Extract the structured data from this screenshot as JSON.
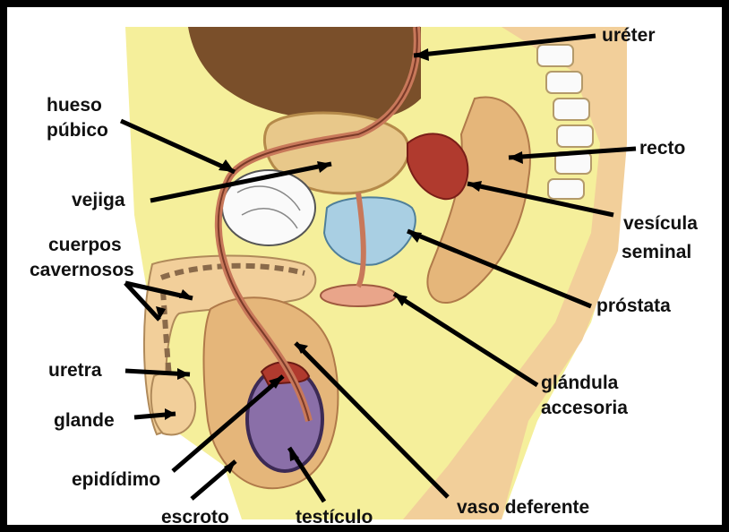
{
  "colors": {
    "background": "#ffffff",
    "frame": "#000000",
    "skin": "#f2cf9a",
    "skin_dark": "#e5b67a",
    "yellow_tissue": "#f5ef9b",
    "intestine": "#7a4f2a",
    "bladder": "#e8c88a",
    "vessel": "#c8785a",
    "seminal": "#b03a2e",
    "prostate": "#a9cfe3",
    "testis": "#8a6fa8",
    "bone": "#fafafa",
    "pointer": "#000000"
  },
  "labels": {
    "ureter": "uréter",
    "hueso_1": "hueso",
    "hueso_2": "púbico",
    "recto": "recto",
    "vejiga": "vejiga",
    "vesicula_1": "vesícula",
    "vesicula_2": "seminal",
    "cuerpos_1": "cuerpos",
    "cuerpos_2": "cavernosos",
    "prostata": "próstata",
    "uretra": "uretra",
    "glandula_1": "glándula",
    "glandula_2": "accesoria",
    "glande": "glande",
    "epididimo": "epidídimo",
    "vaso": "vaso deferente",
    "escroto": "escroto",
    "testiculo": "testículo"
  }
}
